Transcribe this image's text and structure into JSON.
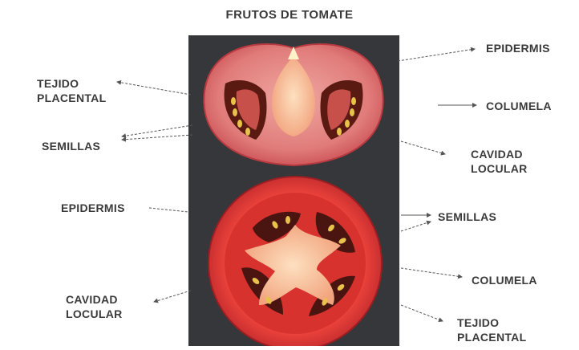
{
  "title": "FRUTOS DE TOMATE",
  "labels": {
    "top_epidermis": "EPIDERMIS",
    "top_tejido_placental": "TEJIDO\nPLACENTAL",
    "top_columela": "COLUMELA",
    "top_semillas": "SEMILLAS",
    "top_cavidad_locular": "CAVIDAD\nLOCULAR",
    "bottom_epidermis": "EPIDERMIS",
    "bottom_semillas": "SEMILLAS",
    "bottom_columela": "COLUMELA",
    "bottom_cavidad_locular": "CAVIDAD\nLOCULAR",
    "bottom_tejido_placental": "TEJIDO\nPLACENTAL"
  },
  "colors": {
    "photo_background": "#35373a",
    "tomato_skin": "#c8363a",
    "pericarp": "#e48a86",
    "locule": "#5a1a12",
    "placenta": "#f0b090",
    "seed": "#e8c24a",
    "arrow": "#555555",
    "label_text": "#3a3a3a"
  }
}
